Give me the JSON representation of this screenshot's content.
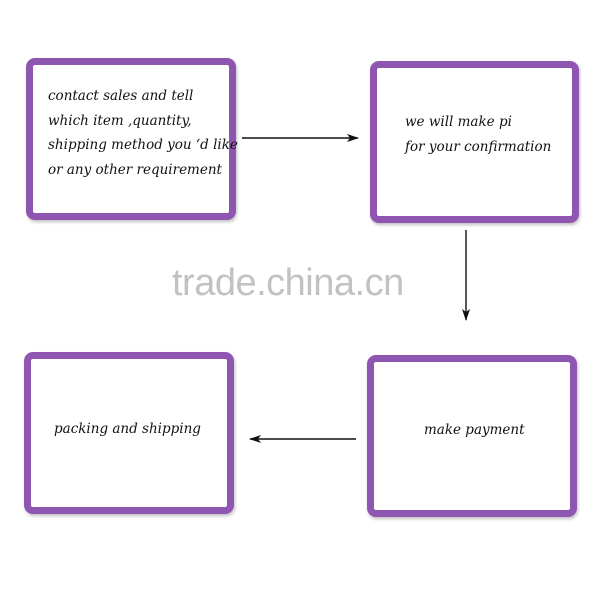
{
  "diagram": {
    "steps": [
      {
        "lines": [
          "contact sales and tell",
          "which item ,quantity,",
          "shipping method you ‘d like",
          "or any other requirement"
        ]
      },
      {
        "lines": [
          "we will make pi",
          "for your confirmation"
        ]
      },
      {
        "lines": [
          "packing and  shipping"
        ]
      },
      {
        "lines": [
          "make payment"
        ]
      }
    ],
    "watermark": "trade.china.cn",
    "colors": {
      "box_border": "#8e56b0",
      "arrow": "#111111",
      "watermark": "#c2c2c2"
    }
  }
}
